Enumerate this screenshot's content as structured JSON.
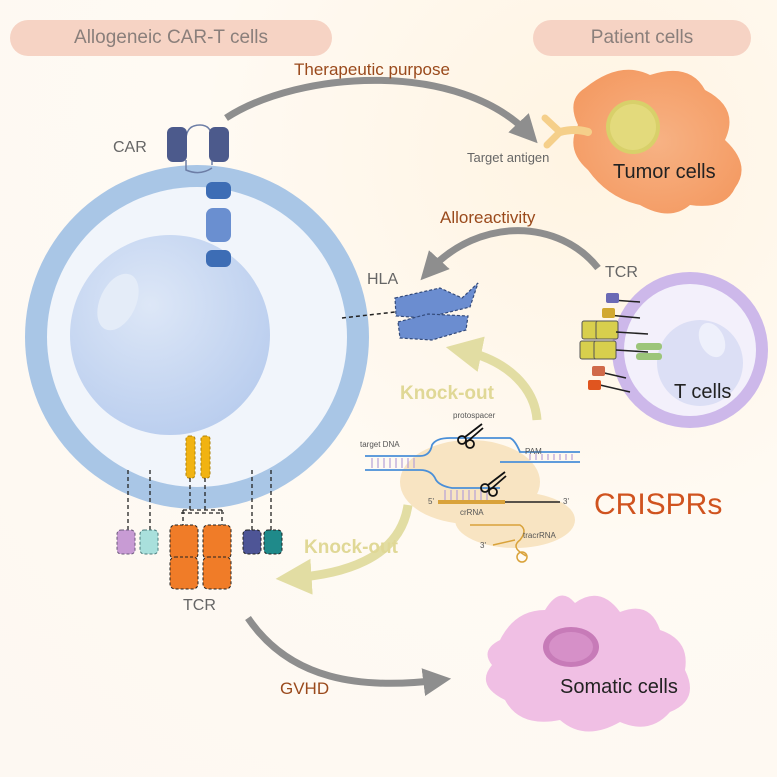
{
  "labels": {
    "allogeneic": "Allogeneic CAR-T cells",
    "patient": "Patient cells",
    "therapeutic": "Therapeutic purpose",
    "car": "CAR",
    "target_antigen": "Target antigen",
    "tumor": "Tumor cells",
    "alloreactivity": "Alloreactivity",
    "hla": "HLA",
    "tcr_right": "TCR",
    "tcells": "T cells",
    "knockout_top": "Knock-out",
    "protospacer": "protospacer",
    "target_dna": "target DNA",
    "pam": "PAM",
    "five_prime": "5'",
    "three_prime_a": "3'",
    "crrna": "crRNA",
    "three_prime_b": "3'",
    "tracrrna": "tracrRNA",
    "crisprs": "CRISPRs",
    "knockout_bottom": "Knock-out",
    "tcr_left": "TCR",
    "gvhd": "GVHD",
    "somatic": "Somatic cells"
  },
  "colors": {
    "arrow_gray": "#8e8e8e",
    "knockout_arrow": "#e2dda3",
    "membrane": "#a9c6e6",
    "nucleus": "#c3d6f2",
    "tumor": "#f5a573",
    "somatic": "#f0bfe4",
    "tcell_membrane": "#cdb8ea",
    "car_dark": "#4c5a8c",
    "car_blue": "#3d6db5",
    "tcr_orange": "#f07c28",
    "crispr_text": "#d0531f"
  },
  "icons": [
    "scissors-icon",
    "scissors-icon"
  ]
}
